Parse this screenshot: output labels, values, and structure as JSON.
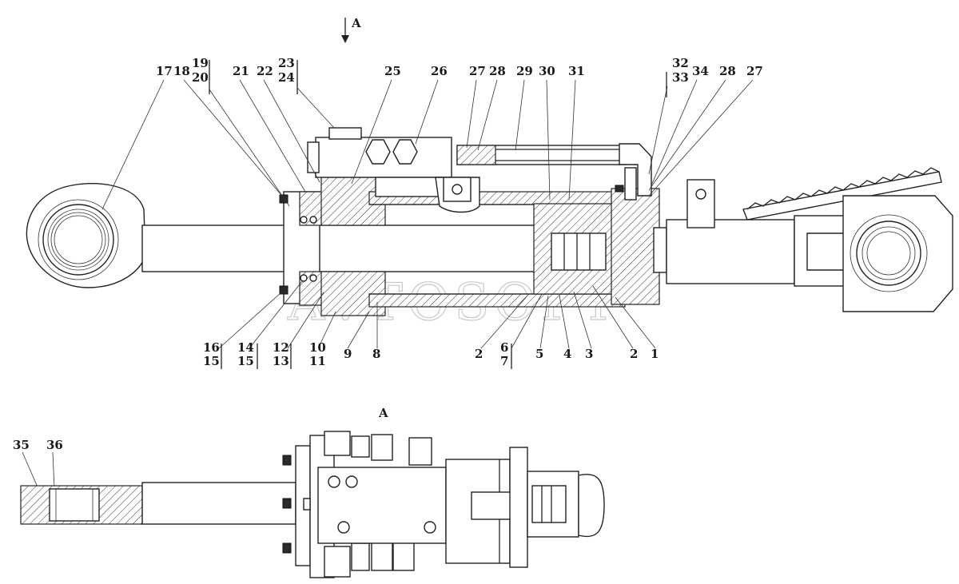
{
  "section_marker": "A",
  "view_title": "A",
  "watermark": "AVTOSOFT",
  "callouts": [
    {
      "id": "c17",
      "text": "17"
    },
    {
      "id": "c18",
      "text": "18"
    },
    {
      "id": "c19",
      "text": "19"
    },
    {
      "id": "c20",
      "text": "20"
    },
    {
      "id": "c21",
      "text": "21"
    },
    {
      "id": "c22",
      "text": "22"
    },
    {
      "id": "c23",
      "text": "23"
    },
    {
      "id": "c24",
      "text": "24"
    },
    {
      "id": "c25",
      "text": "25"
    },
    {
      "id": "c26",
      "text": "26"
    },
    {
      "id": "c27a",
      "text": "27"
    },
    {
      "id": "c28a",
      "text": "28"
    },
    {
      "id": "c29",
      "text": "29"
    },
    {
      "id": "c30",
      "text": "30"
    },
    {
      "id": "c31",
      "text": "31"
    },
    {
      "id": "c32",
      "text": "32"
    },
    {
      "id": "c33",
      "text": "33"
    },
    {
      "id": "c34",
      "text": "34"
    },
    {
      "id": "c28b",
      "text": "28"
    },
    {
      "id": "c27b",
      "text": "27"
    },
    {
      "id": "c16",
      "text": "16"
    },
    {
      "id": "c15a",
      "text": "15"
    },
    {
      "id": "c14",
      "text": "14"
    },
    {
      "id": "c15b",
      "text": "15"
    },
    {
      "id": "c12",
      "text": "12"
    },
    {
      "id": "c13",
      "text": "13"
    },
    {
      "id": "c10",
      "text": "10"
    },
    {
      "id": "c11",
      "text": "11"
    },
    {
      "id": "c9",
      "text": "9"
    },
    {
      "id": "c8",
      "text": "8"
    },
    {
      "id": "c2a",
      "text": "2"
    },
    {
      "id": "c6",
      "text": "6"
    },
    {
      "id": "c7",
      "text": "7"
    },
    {
      "id": "c5",
      "text": "5"
    },
    {
      "id": "c4",
      "text": "4"
    },
    {
      "id": "c3",
      "text": "3"
    },
    {
      "id": "c2b",
      "text": "2"
    },
    {
      "id": "c1",
      "text": "1"
    },
    {
      "id": "c35",
      "text": "35"
    },
    {
      "id": "c36",
      "text": "36"
    }
  ]
}
